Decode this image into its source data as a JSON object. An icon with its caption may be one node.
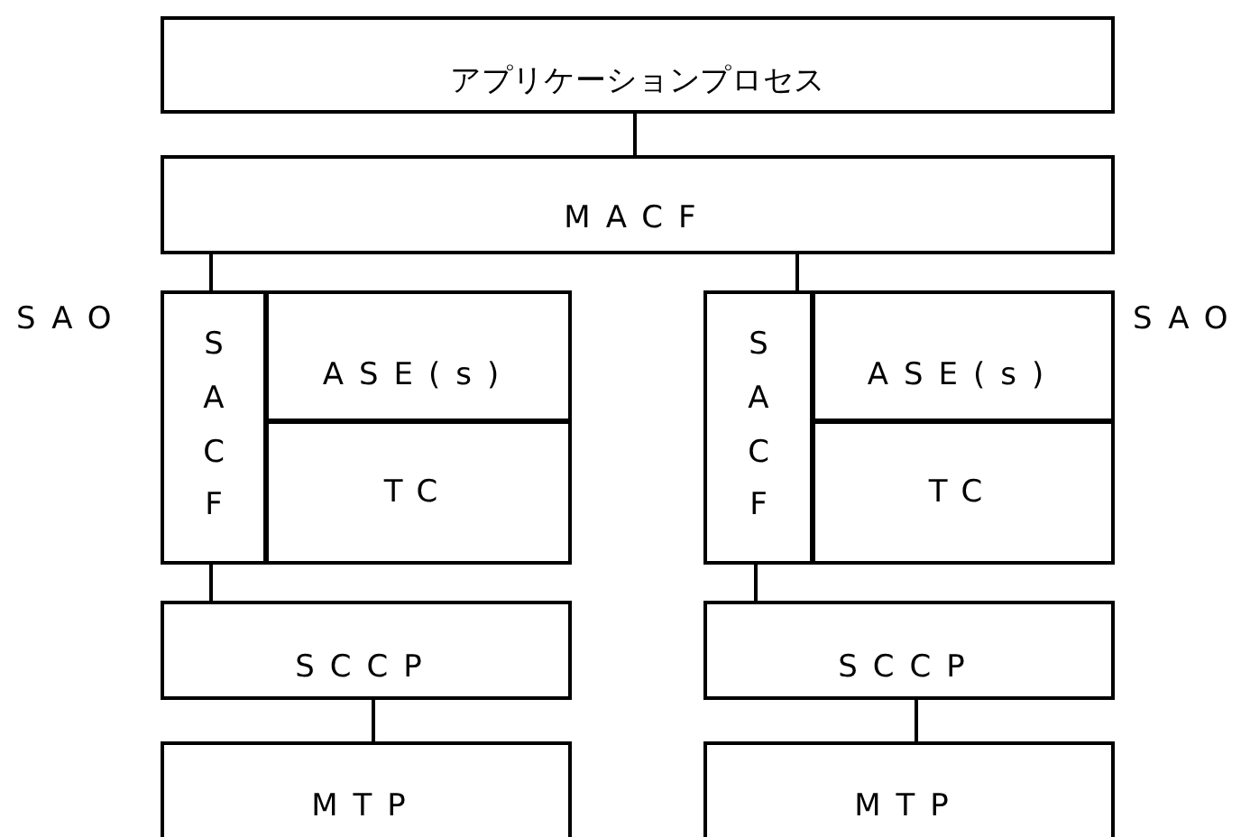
{
  "diagram": {
    "nodes": [
      {
        "text": [
          "アプリケーションプロセス"
        ]
      },
      {
        "text": [
          "MACF"
        ]
      },
      {
        "text": [
          "SAO"
        ]
      },
      {
        "text": [
          "SACF"
        ],
        "in": 2
      },
      {
        "text": [
          "ASE(s)"
        ],
        "in": 2
      },
      {
        "text": [
          "TC"
        ],
        "in": 2
      },
      {
        "text": [
          "SAO"
        ]
      },
      {
        "text": [
          "SACF"
        ],
        "in": 6
      },
      {
        "text": [
          "ASE(s)"
        ],
        "in": 6
      },
      {
        "text": [
          "TC"
        ],
        "in": 6
      },
      {
        "text": [
          "SCCP"
        ]
      },
      {
        "text": [
          "MTP"
        ]
      },
      {
        "text": [
          "SCCP"
        ]
      },
      {
        "text": [
          "MTP"
        ]
      }
    ],
    "edges": [
      {
        "from": 0,
        "to": 1,
        "arrow": "none"
      },
      {
        "from": 1,
        "to": 3,
        "arrow": "none"
      },
      {
        "from": 1,
        "to": 7,
        "arrow": "none"
      },
      {
        "from": 3,
        "to": 10,
        "arrow": "none"
      },
      {
        "from": 7,
        "to": 12,
        "arrow": "none"
      },
      {
        "from": 10,
        "to": 11,
        "arrow": "none"
      },
      {
        "from": 12,
        "to": 13,
        "arrow": "none"
      }
    ]
  }
}
